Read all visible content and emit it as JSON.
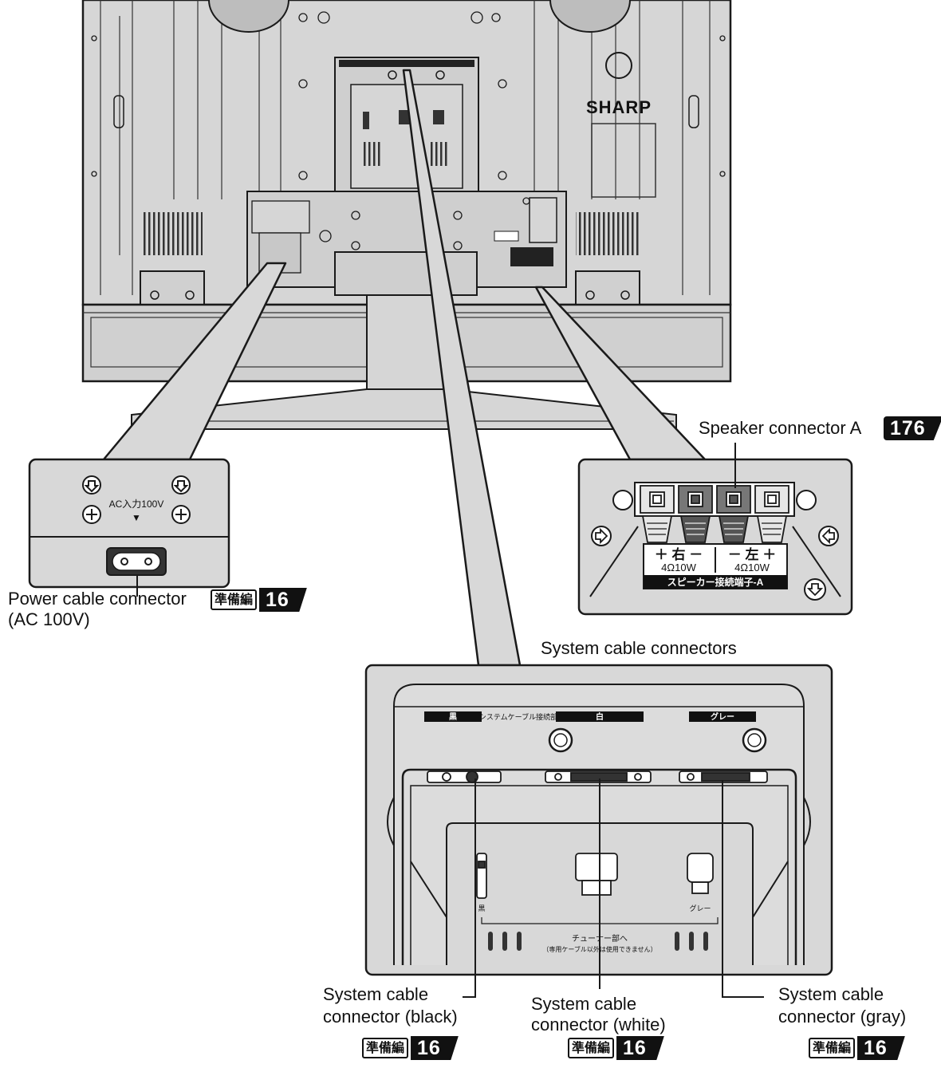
{
  "tv": {
    "brand": "SHARP"
  },
  "power_inset": {
    "panel_text": "AC入力100V",
    "label_line1": "Power cable connector",
    "label_line2": "(AC 100V)",
    "ref_edition": "準備編",
    "ref_page": "16"
  },
  "speaker_inset": {
    "title": "Speaker connector A",
    "ref_page": "176",
    "right_terminal": "＋ 右 －",
    "left_terminal": "－ 左 ＋",
    "right_rating": "4Ω10W",
    "left_rating": "4Ω10W",
    "panel_label": "スピーカー接続端子-A"
  },
  "system_inset": {
    "title": "System cable connectors",
    "bar_black": "黒",
    "bar_section": "システムケーブル接続部",
    "bar_white": "白",
    "bar_gray": "グレー",
    "plug_black": "黒",
    "plug_gray": "グレー",
    "tuner_line1": "チューナー部へ",
    "tuner_line2": "（専用ケーブル以外は使用できません）",
    "callouts": [
      {
        "line1": "System cable",
        "line2": "connector (black)",
        "ref_edition": "準備編",
        "ref_page": "16"
      },
      {
        "line1": "System cable",
        "line2": "connector (white)",
        "ref_edition": "準備編",
        "ref_page": "16"
      },
      {
        "line1": "System cable",
        "line2": "connector (gray)",
        "ref_edition": "準備編",
        "ref_page": "16"
      }
    ]
  },
  "colors": {
    "panel_fill": "#d8d8d8",
    "line": "#1a1a1a",
    "badge": "#111111"
  }
}
